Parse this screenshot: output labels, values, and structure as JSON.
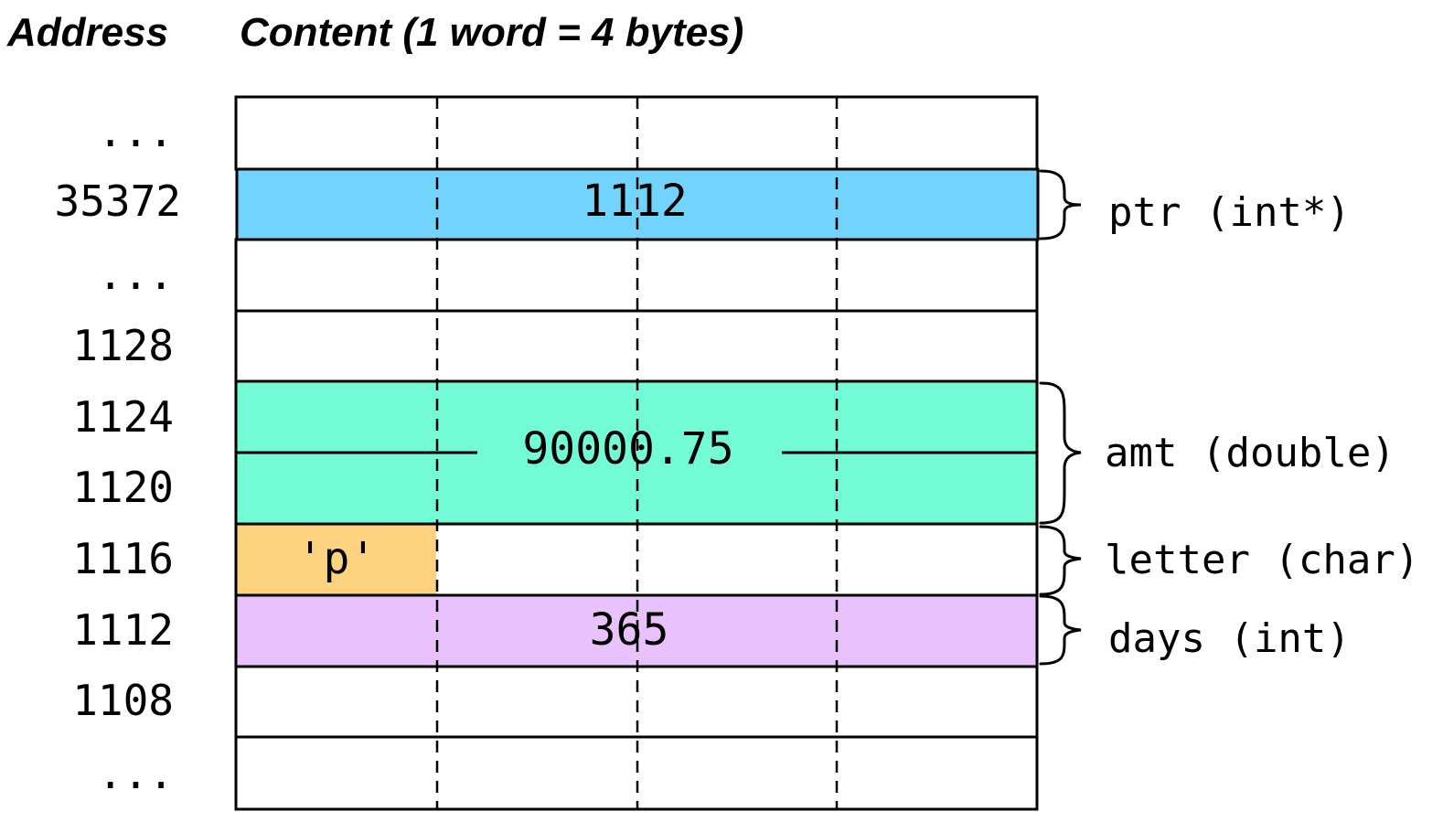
{
  "headers": {
    "address": "Address",
    "content": "Content (1 word = 4 bytes)"
  },
  "colors": {
    "ptr": "#72d4fd",
    "amt": "#73fbd5",
    "letter": "#fed37f",
    "days": "#e9c2fd",
    "empty": "#ffffff"
  },
  "rows": [
    {
      "address": "...",
      "content": ""
    },
    {
      "address": "35372",
      "content": "1112",
      "variable": "ptr"
    },
    {
      "address": "...",
      "content": ""
    },
    {
      "address": "1128",
      "content": ""
    },
    {
      "address": "1124",
      "content": "",
      "variable": "amt"
    },
    {
      "address": "1120",
      "content": "",
      "variable": "amt"
    },
    {
      "address": "1116",
      "content": "'p'",
      "variable": "letter"
    },
    {
      "address": "1112",
      "content": "365",
      "variable": "days"
    },
    {
      "address": "1108",
      "content": ""
    },
    {
      "address": "...",
      "content": ""
    }
  ],
  "values": {
    "ptr": "1112",
    "amt": "90000.75",
    "letter": "'p'",
    "days": "365"
  },
  "variables": [
    {
      "id": "ptr",
      "label": "ptr (int*)"
    },
    {
      "id": "amt",
      "label": "amt (double)"
    },
    {
      "id": "letter",
      "label": "letter (char)"
    },
    {
      "id": "days",
      "label": "days (int)"
    }
  ]
}
